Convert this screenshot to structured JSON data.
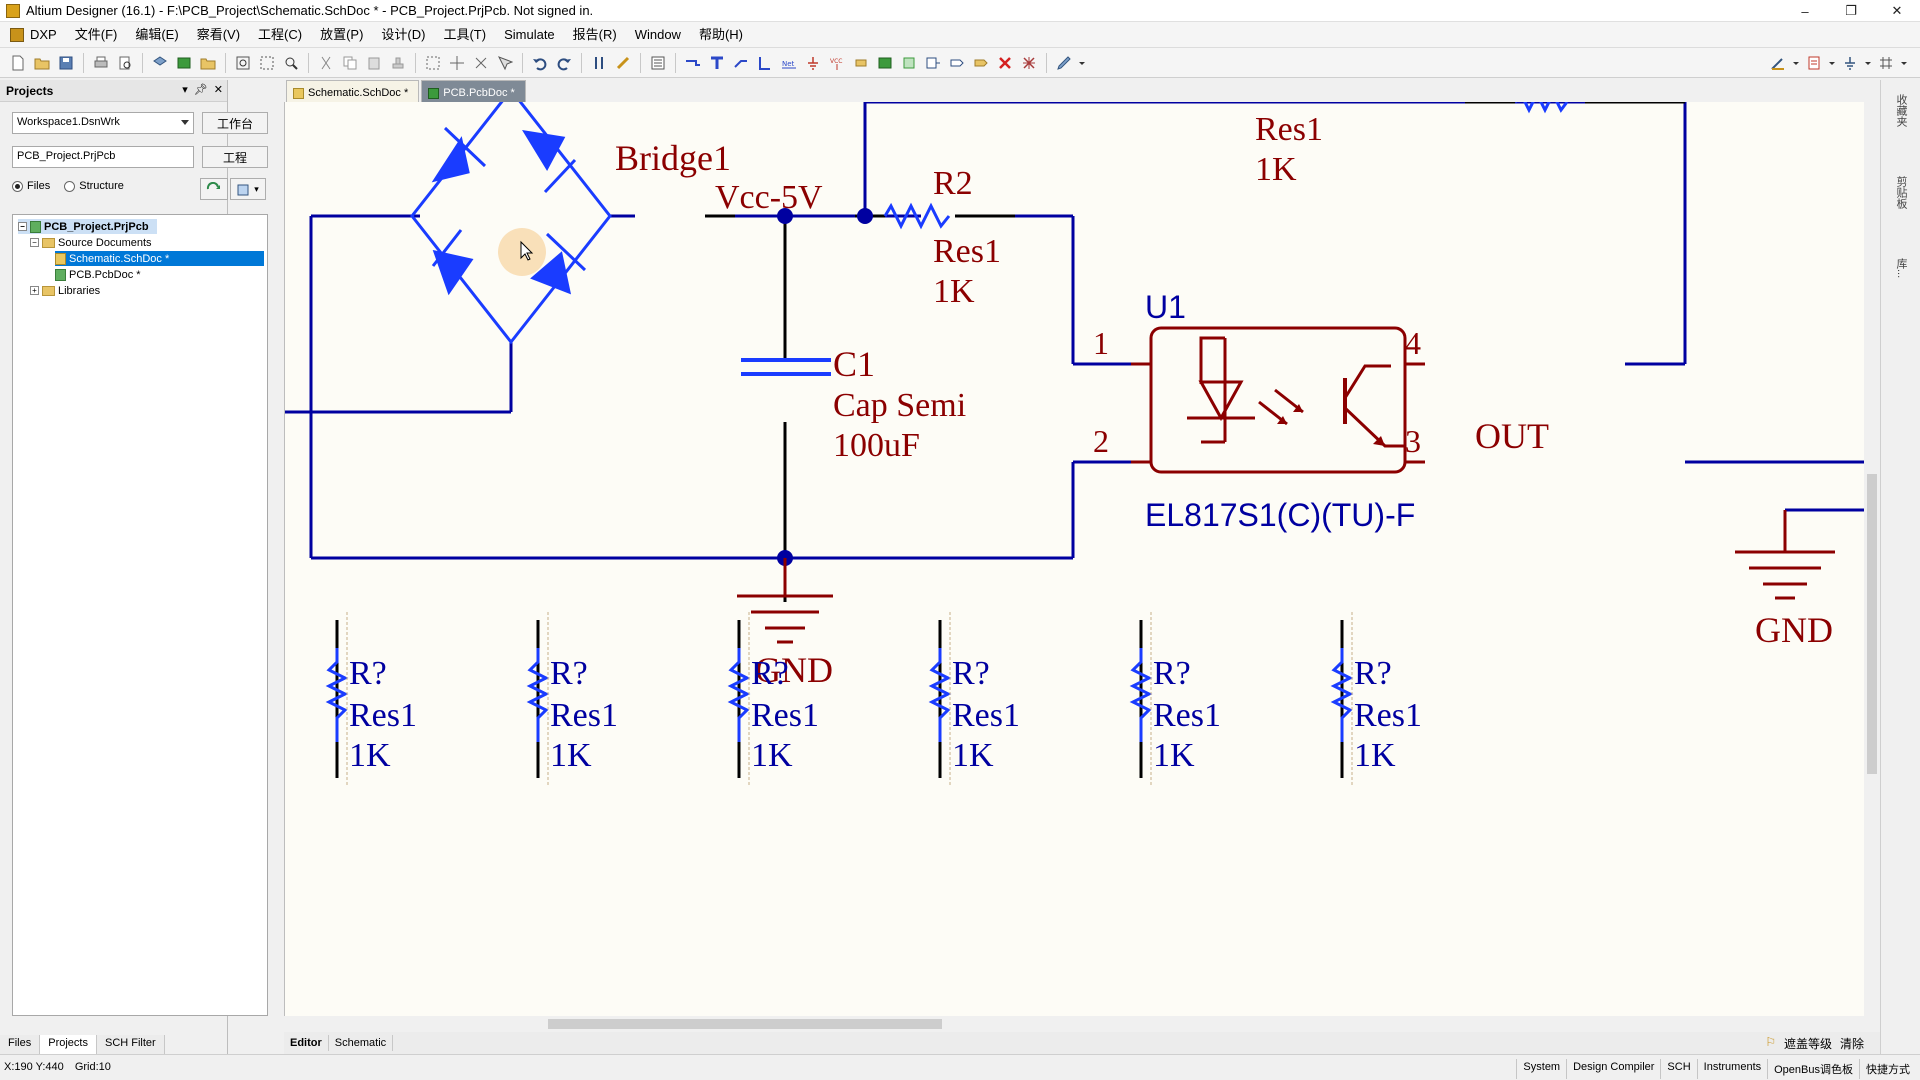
{
  "window": {
    "title": "Altium Designer (16.1) - F:\\PCB_Project\\Schematic.SchDoc * - PCB_Project.PrjPcb. Not signed in.",
    "minimize": "–",
    "restore": "❐",
    "close": "✕"
  },
  "menu": {
    "items": [
      "DXP",
      "文件(F)",
      "编辑(E)",
      "察看(V)",
      "工程(C)",
      "放置(P)",
      "设计(D)",
      "工具(T)",
      "Simulate",
      "报告(R)",
      "Window",
      "帮助(H)"
    ]
  },
  "projects_panel": {
    "title": "Projects",
    "workspace_combo": "Workspace1.DsnWrk",
    "workspace_button": "工作台",
    "project_field": "PCB_Project.PrjPcb",
    "project_button": "工程",
    "radio_files": "Files",
    "radio_structure": "Structure",
    "tree": {
      "project": "PCB_Project.PrjPcb",
      "source_documents": "Source Documents",
      "schematic_doc": "Schematic.SchDoc *",
      "pcb_doc": "PCB.PcbDoc *",
      "libraries": "Libraries"
    },
    "bottom_tabs": [
      "Files",
      "Projects",
      "SCH Filter"
    ]
  },
  "doc_tabs": [
    {
      "label": "Schematic.SchDoc *",
      "active": true
    },
    {
      "label": "PCB.PcbDoc *",
      "active": false
    }
  ],
  "schematic": {
    "bridge_label": "Bridge1",
    "vcc_label": "Vcc-5V",
    "r2_designator": "R2",
    "r2_comment": "Res1",
    "r2_value": "1K",
    "top_res_comment": "Res1",
    "top_res_value": "1K",
    "c1_designator": "C1",
    "c1_comment": "Cap Semi",
    "c1_value": "100uF",
    "gnd_label_1": "GND",
    "gnd_label_2": "GND",
    "u1_designator": "U1",
    "u1_part": "EL817S1(C)(TU)-F",
    "pin1": "1",
    "pin2": "2",
    "pin3": "3",
    "pin4": "4",
    "out_label": "OUT",
    "placed_resistors": [
      {
        "designator": "R?",
        "comment": "Res1",
        "value": "1K"
      },
      {
        "designator": "R?",
        "comment": "Res1",
        "value": "1K"
      },
      {
        "designator": "R?",
        "comment": "Res1",
        "value": "1K"
      },
      {
        "designator": "R?",
        "comment": "Res1",
        "value": "1K"
      },
      {
        "designator": "R?",
        "comment": "Res1",
        "value": "1K"
      },
      {
        "designator": "R?",
        "comment": "Res1",
        "value": "1K"
      }
    ]
  },
  "editor_tabs": [
    "Editor",
    "Schematic"
  ],
  "editor_right": {
    "mask_level": "遮盖等级",
    "clear": "清除"
  },
  "right_strip": [
    "收藏夹",
    "剪贴板",
    "库..."
  ],
  "status": {
    "coords": "X:190 Y:440",
    "grid": "Grid:10",
    "buttons": [
      "System",
      "Design Compiler",
      "SCH",
      "Instruments",
      "OpenBus调色板",
      "快捷方式"
    ]
  },
  "colors": {
    "wire": "#0000a0",
    "component": "#8b0000",
    "selected_component": "#1a3cff",
    "canvas": "#fdfcf6",
    "selection_blue": "#0078d7"
  }
}
